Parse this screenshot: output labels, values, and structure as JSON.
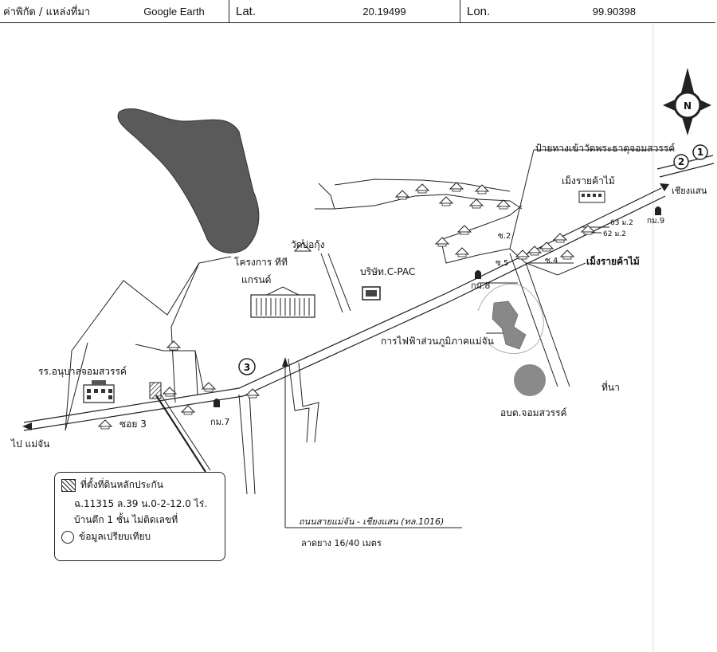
{
  "header": {
    "source_label": "ค่าพิกัด / แหล่งที่มา",
    "source_value": "Google Earth",
    "lat_label": "Lat.",
    "lat_value": "20.19499",
    "lon_label": "Lon.",
    "lon_value": "99.90398"
  },
  "compass": {
    "letter": "N"
  },
  "markers": {
    "m1": "1",
    "m2": "2",
    "m3": "3"
  },
  "labels": {
    "chiang_saen": "เชียงแสน",
    "mae_chan": "ไป แม่จัน",
    "wat_sign": "ป้ายทางเข้าวัดพระธาตุจอมสวรรค์",
    "chiangrai_wood_top": "เม็งรายค้าไม้",
    "chiangrai_wood_right": "เม็งรายค้าไม้",
    "km9": "กม.9",
    "km8": "กม.8",
    "km7": "กม.7",
    "moo2_a": "63 ม.2",
    "moo2_b": "62 ม.2",
    "soi2": "ซ.2",
    "soi5": "ซ.5",
    "soi4": "ซ.4",
    "wat_bo_kung": "วัดบ่อกุ้ง",
    "project": "โครงการ ทีที",
    "grand": "แกรนด์",
    "cpac": "บริษัท.C-PAC",
    "egat": "การไฟฟ้าส่วนภูมิภาคแม่จัน",
    "tao": "อบต.จอมสวรรค์",
    "field": "ที่นา",
    "school": "รร.อนุบาลจอมสวรรค์",
    "soi3": "ซอย 3",
    "road_name": "ถนนสายแม่จัน - เชียงแสน (ทล.1016)",
    "road_surface": "ลาดยาง 16/40 เมตร"
  },
  "legend": {
    "title": "ที่ตั้งที่ดินหลักประกัน",
    "line1": "ฉ.11315 ล.39 น.0-2-12.0 ไร่.",
    "line2": "บ้านตึก 1 ชั้น ไม่ติดเลขที่",
    "compare": "ข้อมูลเปรียบเทียบ"
  }
}
